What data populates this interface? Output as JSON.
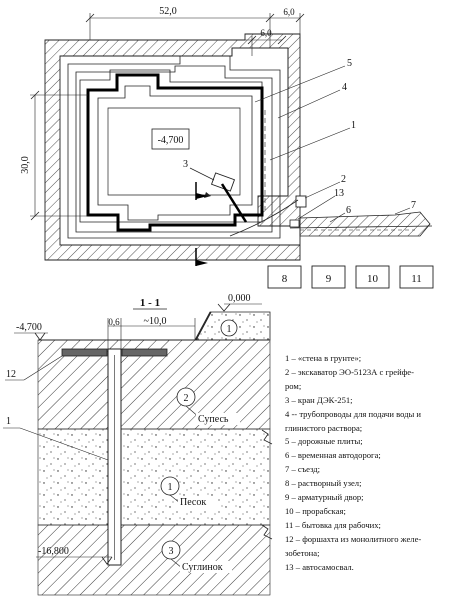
{
  "plan": {
    "dim_length": "52,0",
    "dim_width": "30,0",
    "dim_offset_top": "6,0",
    "dim_offset_inner": "6,0",
    "level": "-4,700",
    "callouts": [
      "5",
      "4",
      "1",
      "2",
      "13",
      "6",
      "7",
      "3"
    ],
    "boxes": [
      "8",
      "9",
      "10",
      "11"
    ]
  },
  "section": {
    "title": "1 - 1",
    "level_top": "0,000",
    "level_bottom_pit": "-4,700",
    "dim_wall": "0,6",
    "dim_dist": "~10,0",
    "level_deep": "-16,800",
    "callout_left_12": "12",
    "callout_left_1": "1",
    "layers": [
      {
        "num": "2",
        "name": "Супесь"
      },
      {
        "num": "1",
        "name": "Песок"
      },
      {
        "num": "3",
        "name": "Суглинок"
      }
    ],
    "top_circle": "1"
  },
  "legend": [
    "1 – «стена в грунте»;",
    "2 – экскаватор ЭО-5123А с грейфе-",
    "ром;",
    "3 – кран ДЭК-251;",
    "4 -- трубопроводы для подачи воды и",
    "глинистого раствора;",
    "5 – дорожные плиты;",
    "6 – временная автодорога;",
    "7 – съезд;",
    "8 – растворный узел;",
    "9 – арматурный двор;",
    "10 – прорабская;",
    "11 – бытовка для рабочих;",
    "12 – форшахта из монолитного желе-",
    "зобетона;",
    "13 – автосамосвал."
  ]
}
